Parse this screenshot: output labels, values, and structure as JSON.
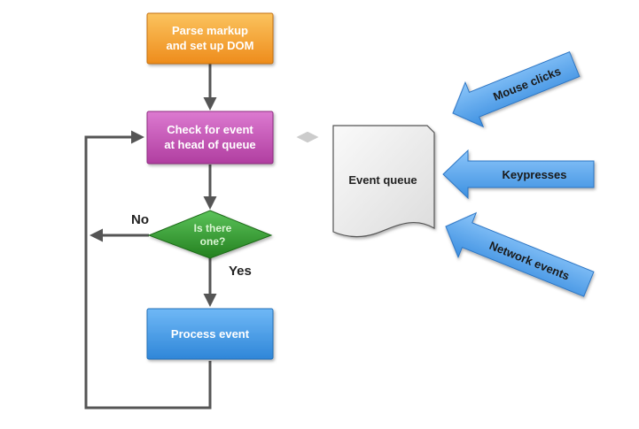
{
  "flowchart": {
    "start": {
      "line1": "Parse markup",
      "line2": "and set up DOM"
    },
    "check": {
      "line1": "Check for event",
      "line2": "at head of queue"
    },
    "decision": {
      "line1": "Is there",
      "line2": "one?"
    },
    "no_label": "No",
    "yes_label": "Yes",
    "process": {
      "label": "Process event"
    }
  },
  "queue": {
    "label": "Event queue"
  },
  "inputs": [
    {
      "label": "Mouse clicks"
    },
    {
      "label": "Keypresses"
    },
    {
      "label": "Network events"
    }
  ],
  "colors": {
    "start": "#f5a431",
    "check": "#c64fb4",
    "decision": "#2f9a32",
    "process": "#3f9ae6",
    "input_arrow": "#5aa6ee",
    "connector": "#555555",
    "queue_fill": "#ececec"
  }
}
